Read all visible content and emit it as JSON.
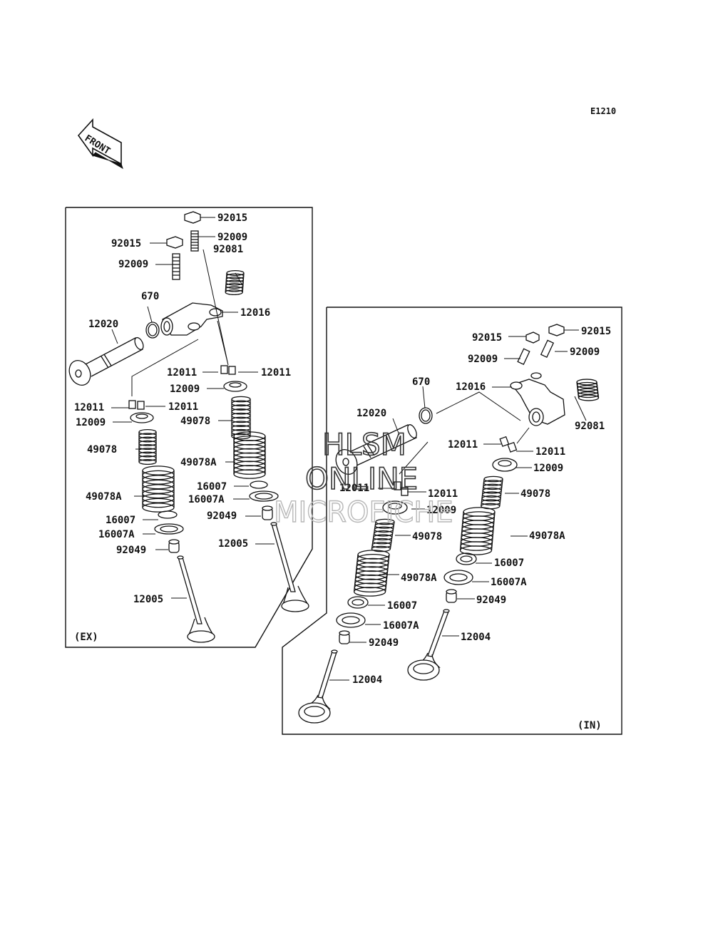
{
  "diagram_code": "E1210",
  "front_label": "FRONT",
  "watermark": {
    "line1": "HLSM",
    "line2": "ONLINE",
    "line3": "MICROFICHE"
  },
  "ex_panel": {
    "tag": "(EX)",
    "labels": {
      "nut_right": "92015",
      "nut_left": "92015",
      "stud_right": "92009",
      "spring_small": "92081",
      "stud_left": "92009",
      "oring": "670",
      "rocker_arm": "12016",
      "rocker_shaft": "12020",
      "keeper_right_a": "12011",
      "keeper_right_b": "12011",
      "retainer_right": "12009",
      "keeper_left_a": "12011",
      "keeper_left_b": "12011",
      "retainer_left": "12009",
      "inner_spring_right": "49078",
      "inner_spring_left": "49078",
      "outer_spring_right": "49078A",
      "seat_right": "16007",
      "seat_a_right": "16007A",
      "outer_spring_left": "49078A",
      "seal_right": "92049",
      "seat_left": "16007",
      "seat_a_left": "16007A",
      "valve_right": "12005",
      "seal_left": "92049",
      "valve_left": "12005"
    }
  },
  "in_panel": {
    "tag": "(IN)",
    "labels": {
      "nut_left": "92015",
      "nut_right": "92015",
      "stud_left": "92009",
      "stud_right": "92009",
      "oring": "670",
      "rocker_arm": "12016",
      "rocker_shaft": "12020",
      "spring_small": "92081",
      "keeper_right_a": "12011",
      "keeper_right_b": "12011",
      "retainer_right": "12009",
      "keeper_left_a": "12011",
      "keeper_left_b": "12011",
      "retainer_left": "12009",
      "inner_spring_right": "49078",
      "inner_spring_left": "49078",
      "outer_spring_right": "49078A",
      "seat_right": "16007",
      "outer_spring_left": "49078A",
      "seat_a_right": "16007A",
      "seal_right": "92049",
      "seat_left": "16007",
      "valve_right": "12004",
      "seat_a_left": "16007A",
      "seal_left": "92049",
      "valve_left": "12004"
    }
  },
  "colors": {
    "line": "#111111",
    "watermark": "#333333",
    "watermark_light": "#b8b8b8"
  }
}
